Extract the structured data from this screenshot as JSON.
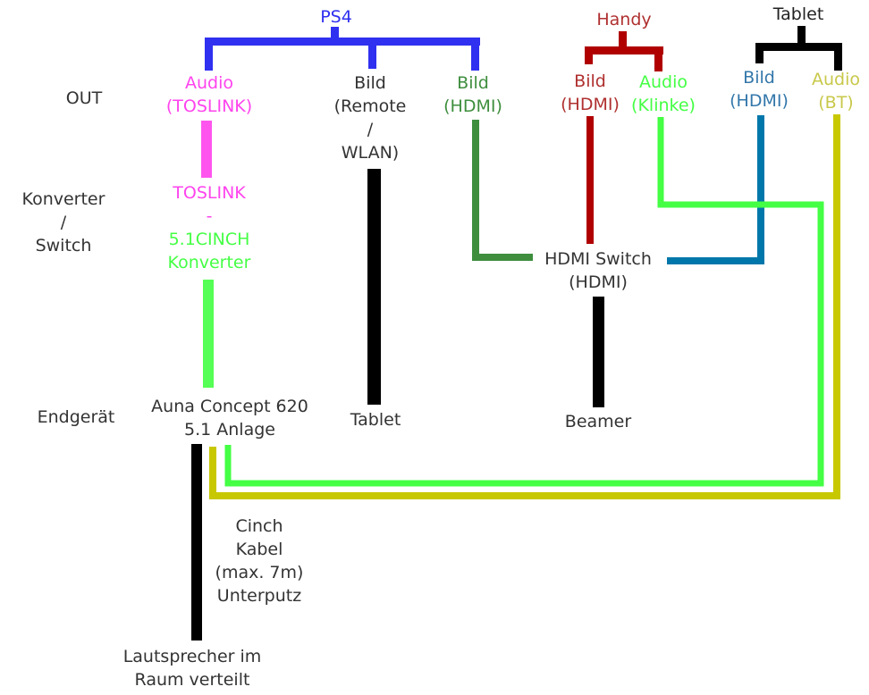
{
  "colors": {
    "ps4": "#3030f0",
    "handy": "#b00000",
    "tablet": "#000000",
    "toslink": "#ff55ee",
    "cinch_green": "#44ff44",
    "hdmi_green": "#3e8e3e",
    "hdmi_blue": "#0077aa",
    "bt_yellow": "#c8c800",
    "text_gray": "#333333",
    "handy_text": "#b03030",
    "tablet_bild_text": "#3377aa",
    "bt_text": "#c8c84a",
    "cinch_text": "#44ff44",
    "hdmi_text": "#3e8e3e",
    "ps4_text": "#3030f0",
    "toslink_text": "#ff44ee"
  },
  "row_labels": {
    "out": "OUT",
    "konverter": [
      "Konverter",
      "/",
      "Switch"
    ],
    "endgeraet": "Endgerät"
  },
  "sources": {
    "ps4": "PS4",
    "handy": "Handy",
    "tablet": "Tablet"
  },
  "outputs": {
    "ps4_audio": [
      "Audio",
      "(TOSLINK)"
    ],
    "ps4_bild_remote": [
      "Bild",
      "(Remote",
      "/",
      "WLAN)"
    ],
    "ps4_bild_hdmi": [
      "Bild",
      "(HDMI)"
    ],
    "handy_bild": [
      "Bild",
      "(HDMI)"
    ],
    "handy_audio": [
      "Audio",
      "(Klinke)"
    ],
    "tablet_bild": [
      "Bild",
      "(HDMI)"
    ],
    "tablet_audio": [
      "Audio",
      "(BT)"
    ]
  },
  "converters": {
    "toslink_line1": "TOSLINK",
    "toslink_line2": "-",
    "cinch_line1": "5.1CINCH",
    "cinch_line2": "Konverter",
    "hdmi_switch": [
      "HDMI Switch",
      "(HDMI)"
    ]
  },
  "devices": {
    "auna": [
      "Auna Concept 620",
      "5.1 Anlage"
    ],
    "tablet": "Tablet",
    "beamer": "Beamer"
  },
  "cable_note": [
    "Cinch",
    "Kabel",
    "(max. 7m)",
    "Unterputz"
  ],
  "speakers": [
    "Lautsprecher im",
    "Raum verteilt"
  ]
}
